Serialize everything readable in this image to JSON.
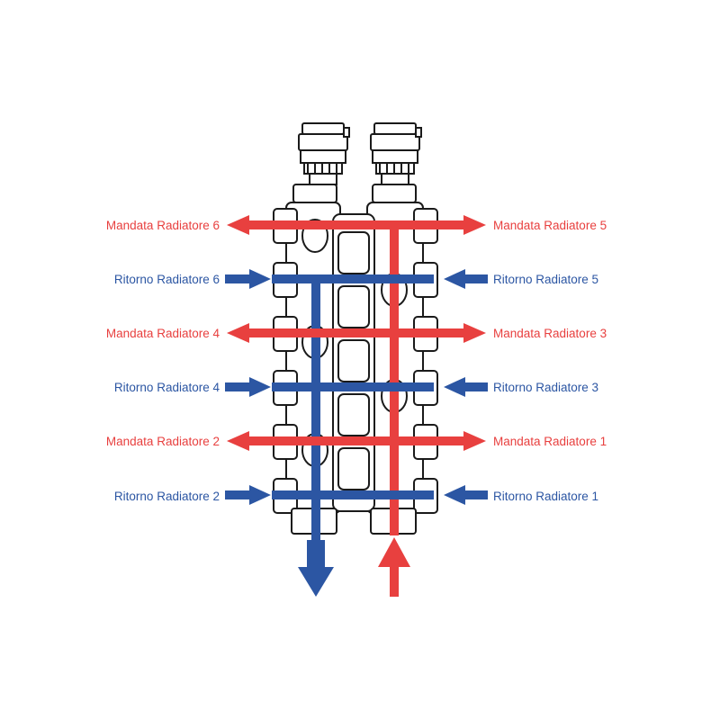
{
  "colors": {
    "supply": "#e8403f",
    "return": "#2c56a3",
    "outline": "#1a1a1a"
  },
  "icons": {
    "valve_left": "air-vent-valve-icon",
    "valve_right": "air-vent-valve-icon"
  },
  "labels": {
    "mandata_6": "Mandata Radiatore 6",
    "mandata_5": "Mandata Radiatore 5",
    "ritorno_6": "Ritorno Radiatore 6",
    "ritorno_5": "Ritorno Radiatore 5",
    "mandata_4": "Mandata Radiatore 4",
    "mandata_3": "Mandata Radiatore 3",
    "ritorno_4": "Ritorno Radiatore 4",
    "ritorno_3": "Ritorno Radiatore 3",
    "mandata_2": "Mandata Radiatore 2",
    "mandata_1": "Mandata Radiatore 1",
    "ritorno_2": "Ritorno Radiatore 2",
    "ritorno_1": "Ritorno Radiatore 1"
  }
}
